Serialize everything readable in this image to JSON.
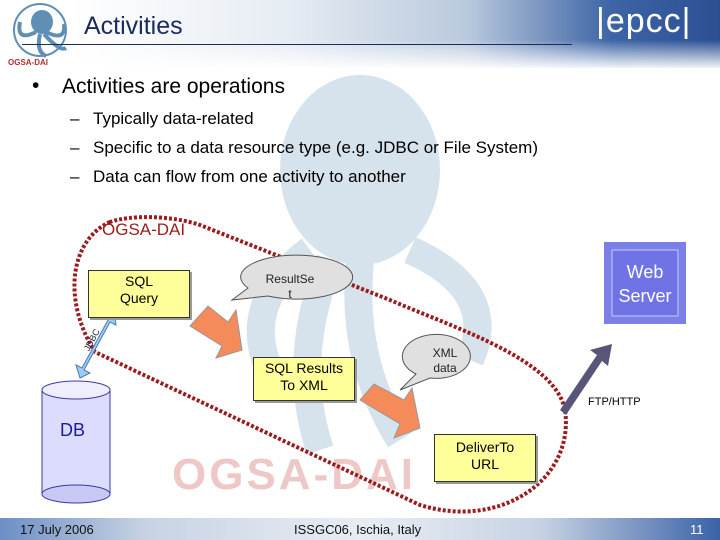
{
  "header": {
    "title": "Activities",
    "logo_left_text": "OGSA-DAI",
    "logo_right_text": "|epcc|"
  },
  "bullets": {
    "main": "Activities are operations",
    "subs": [
      "Typically data-related",
      "Specific to a data resource type (e.g. JDBC or File System)",
      "Data can flow from one activity to another"
    ]
  },
  "diagram": {
    "boundary_label": "OGSA-DAI",
    "sql_query": [
      "SQL",
      "Query"
    ],
    "resultset": [
      "ResultSe",
      "t"
    ],
    "sql_results": [
      "SQL Results",
      "To XML"
    ],
    "xml_data": [
      "XML",
      "data"
    ],
    "deliver": [
      "DeliverTo",
      "URL"
    ],
    "web_server": [
      "Web",
      "Server"
    ],
    "db": "DB",
    "jdbc": "JDBC",
    "ftp": "FTP/HTTP",
    "watermark": "OGSA-DAI"
  },
  "footer": {
    "date": "17 July 2006",
    "event": "ISSGC06, Ischia, Italy",
    "page": "11"
  },
  "colors": {
    "boundary": "#9b1c1c",
    "activity_box": "#ffff99",
    "arrow": "#f58a5b",
    "web_server": "#7b7fe8",
    "db": "#dcdcff"
  }
}
